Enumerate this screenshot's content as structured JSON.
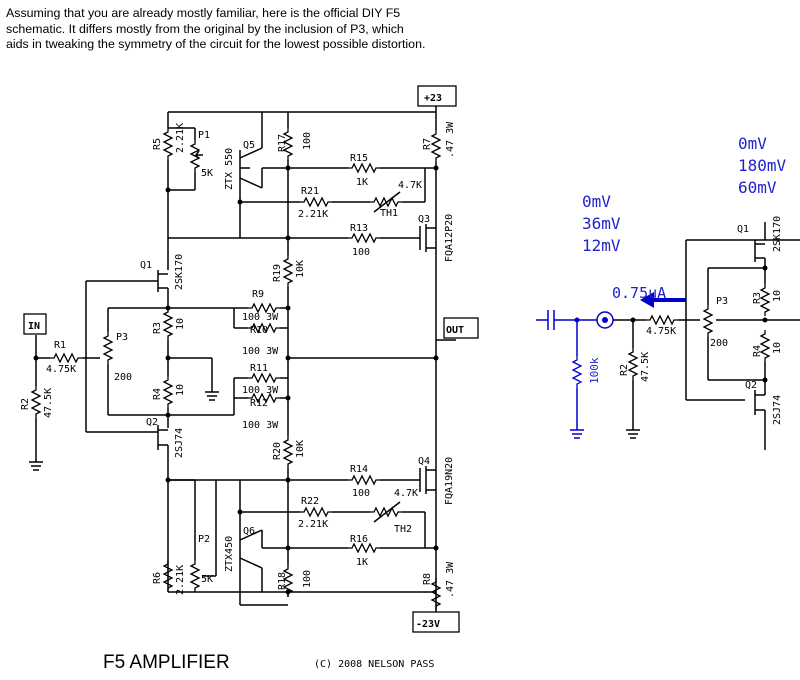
{
  "intro": {
    "line1": "Assuming that you are already mostly familiar, here is the official DIY F5",
    "line2": "schematic.   It differs mostly from the original by the inclusion of P3, which",
    "line3": "aids in tweaking the symmetry of the circuit for the lowest possible distortion."
  },
  "rails": {
    "positive": "+23",
    "negative": "-23V"
  },
  "ports": {
    "input": "IN",
    "output": "OUT"
  },
  "components": {
    "R5": {
      "ref": "R5",
      "value": "2.21K"
    },
    "P1": {
      "ref": "P1",
      "value": "5K"
    },
    "Q5": {
      "ref": "Q5",
      "part": "ZTX 550"
    },
    "R17": {
      "ref": "R17",
      "value": "100"
    },
    "R7": {
      "ref": "R7",
      "value": ".47 3W"
    },
    "R15": {
      "ref": "R15",
      "value": "1K"
    },
    "R21": {
      "ref": "R21",
      "value": "2.21K"
    },
    "TH1": {
      "ref": "TH1",
      "value": "4.7K"
    },
    "Q3": {
      "ref": "Q3",
      "part": "FQA12P20"
    },
    "R13": {
      "ref": "R13",
      "value": "100"
    },
    "Q1": {
      "ref": "Q1",
      "part": "2SK170"
    },
    "R19": {
      "ref": "R19",
      "value": "10K"
    },
    "R9": {
      "ref": "R9",
      "value": "100 3W"
    },
    "R10": {
      "ref": "R10",
      "value": "100 3W"
    },
    "R11": {
      "ref": "R11",
      "value": "100 3W"
    },
    "R12": {
      "ref": "R12",
      "value": "100 3W"
    },
    "R3": {
      "ref": "R3",
      "value": "10"
    },
    "R4": {
      "ref": "R4",
      "value": "10"
    },
    "P3": {
      "ref": "P3",
      "value": "200"
    },
    "R1": {
      "ref": "R1",
      "value": "4.75K"
    },
    "R2": {
      "ref": "R2",
      "value": "47.5K"
    },
    "Q2": {
      "ref": "Q2",
      "part": "2SJ74"
    },
    "R20": {
      "ref": "R20",
      "value": "10K"
    },
    "R14": {
      "ref": "R14",
      "value": "100"
    },
    "Q4": {
      "ref": "Q4",
      "part": "FQA19N20"
    },
    "R22": {
      "ref": "R22",
      "value": "2.21K"
    },
    "TH2": {
      "ref": "TH2",
      "value": "4.7K"
    },
    "R16": {
      "ref": "R16",
      "value": "1K"
    },
    "Q6": {
      "ref": "Q6",
      "part": "ZTX450"
    },
    "P2": {
      "ref": "P2",
      "value": "5K"
    },
    "R6": {
      "ref": "R6",
      "value": "2.21K"
    },
    "R18": {
      "ref": "R18",
      "value": "100"
    },
    "R8": {
      "ref": "R8",
      "value": ".47 3W"
    }
  },
  "detail": {
    "top_readings": [
      "0mV",
      "180mV",
      "60mV"
    ],
    "mid_readings": [
      "0mV",
      "36mV",
      "12mV"
    ],
    "current": "0.75uA",
    "input_resistor": "100k"
  },
  "footer": {
    "title": "F5 AMPLIFIER",
    "copyright": "(C) 2008 NELSON PASS"
  }
}
